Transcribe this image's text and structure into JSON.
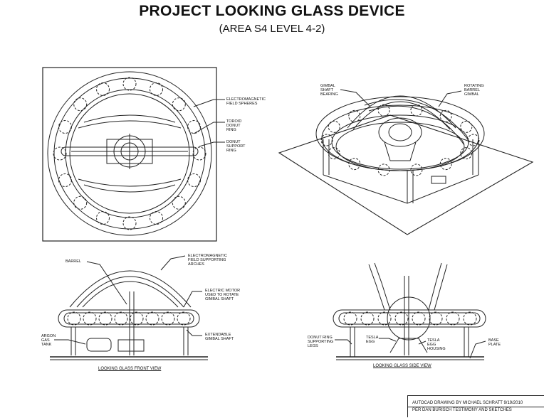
{
  "title": "PROJECT LOOKING GLASS DEVICE",
  "subtitle": "(AREA S4 LEVEL 4-2)",
  "top_view": {
    "labels": {
      "em_spheres": "ELECTROMAGNETIC\nFIELD SPHERES",
      "toroid": "TOROID\nDONUT\nRING",
      "donut_support": "DONUT\nSUPPORT\nRING"
    }
  },
  "iso_view": {
    "labels": {
      "gimbal_shaft": "GIMBAL\nSHAFT\nBEARING",
      "rotating_barrel": "ROTATING\nBARREL\nGIMBAL"
    }
  },
  "front_view": {
    "caption": "LOOKING GLASS FRONT VIEW",
    "labels": {
      "barrel": "BARREL",
      "arches": "ELECTROMAGNETIC\nFIELD SUPPORTING\nARCHES",
      "motor": "ELECTRIC MOTOR\nUSED TO ROTATE\nGIMBAL SHAFT",
      "argon": "ARGON\nGAS\nTANK",
      "extendable": "EXTENDABLE\nGIMBAL SHAFT"
    }
  },
  "side_view": {
    "caption": "LOOKING GLASS SIDE VIEW",
    "labels": {
      "legs": "DONUT RING\nSUPPORTING\nLEGS",
      "tesla_egg": "TESLA\nEGG",
      "egg_housing": "TESLA\nEGG\nHOUSING",
      "base_plate": "BASE\nPLATE"
    }
  },
  "credit": {
    "line1": "AUTOCAD DRAWING BY  MICHAEL SCHRATT 9/19/2010",
    "line2": "PER DAN BURISCH TESTIMONY AND SKETCHES"
  }
}
